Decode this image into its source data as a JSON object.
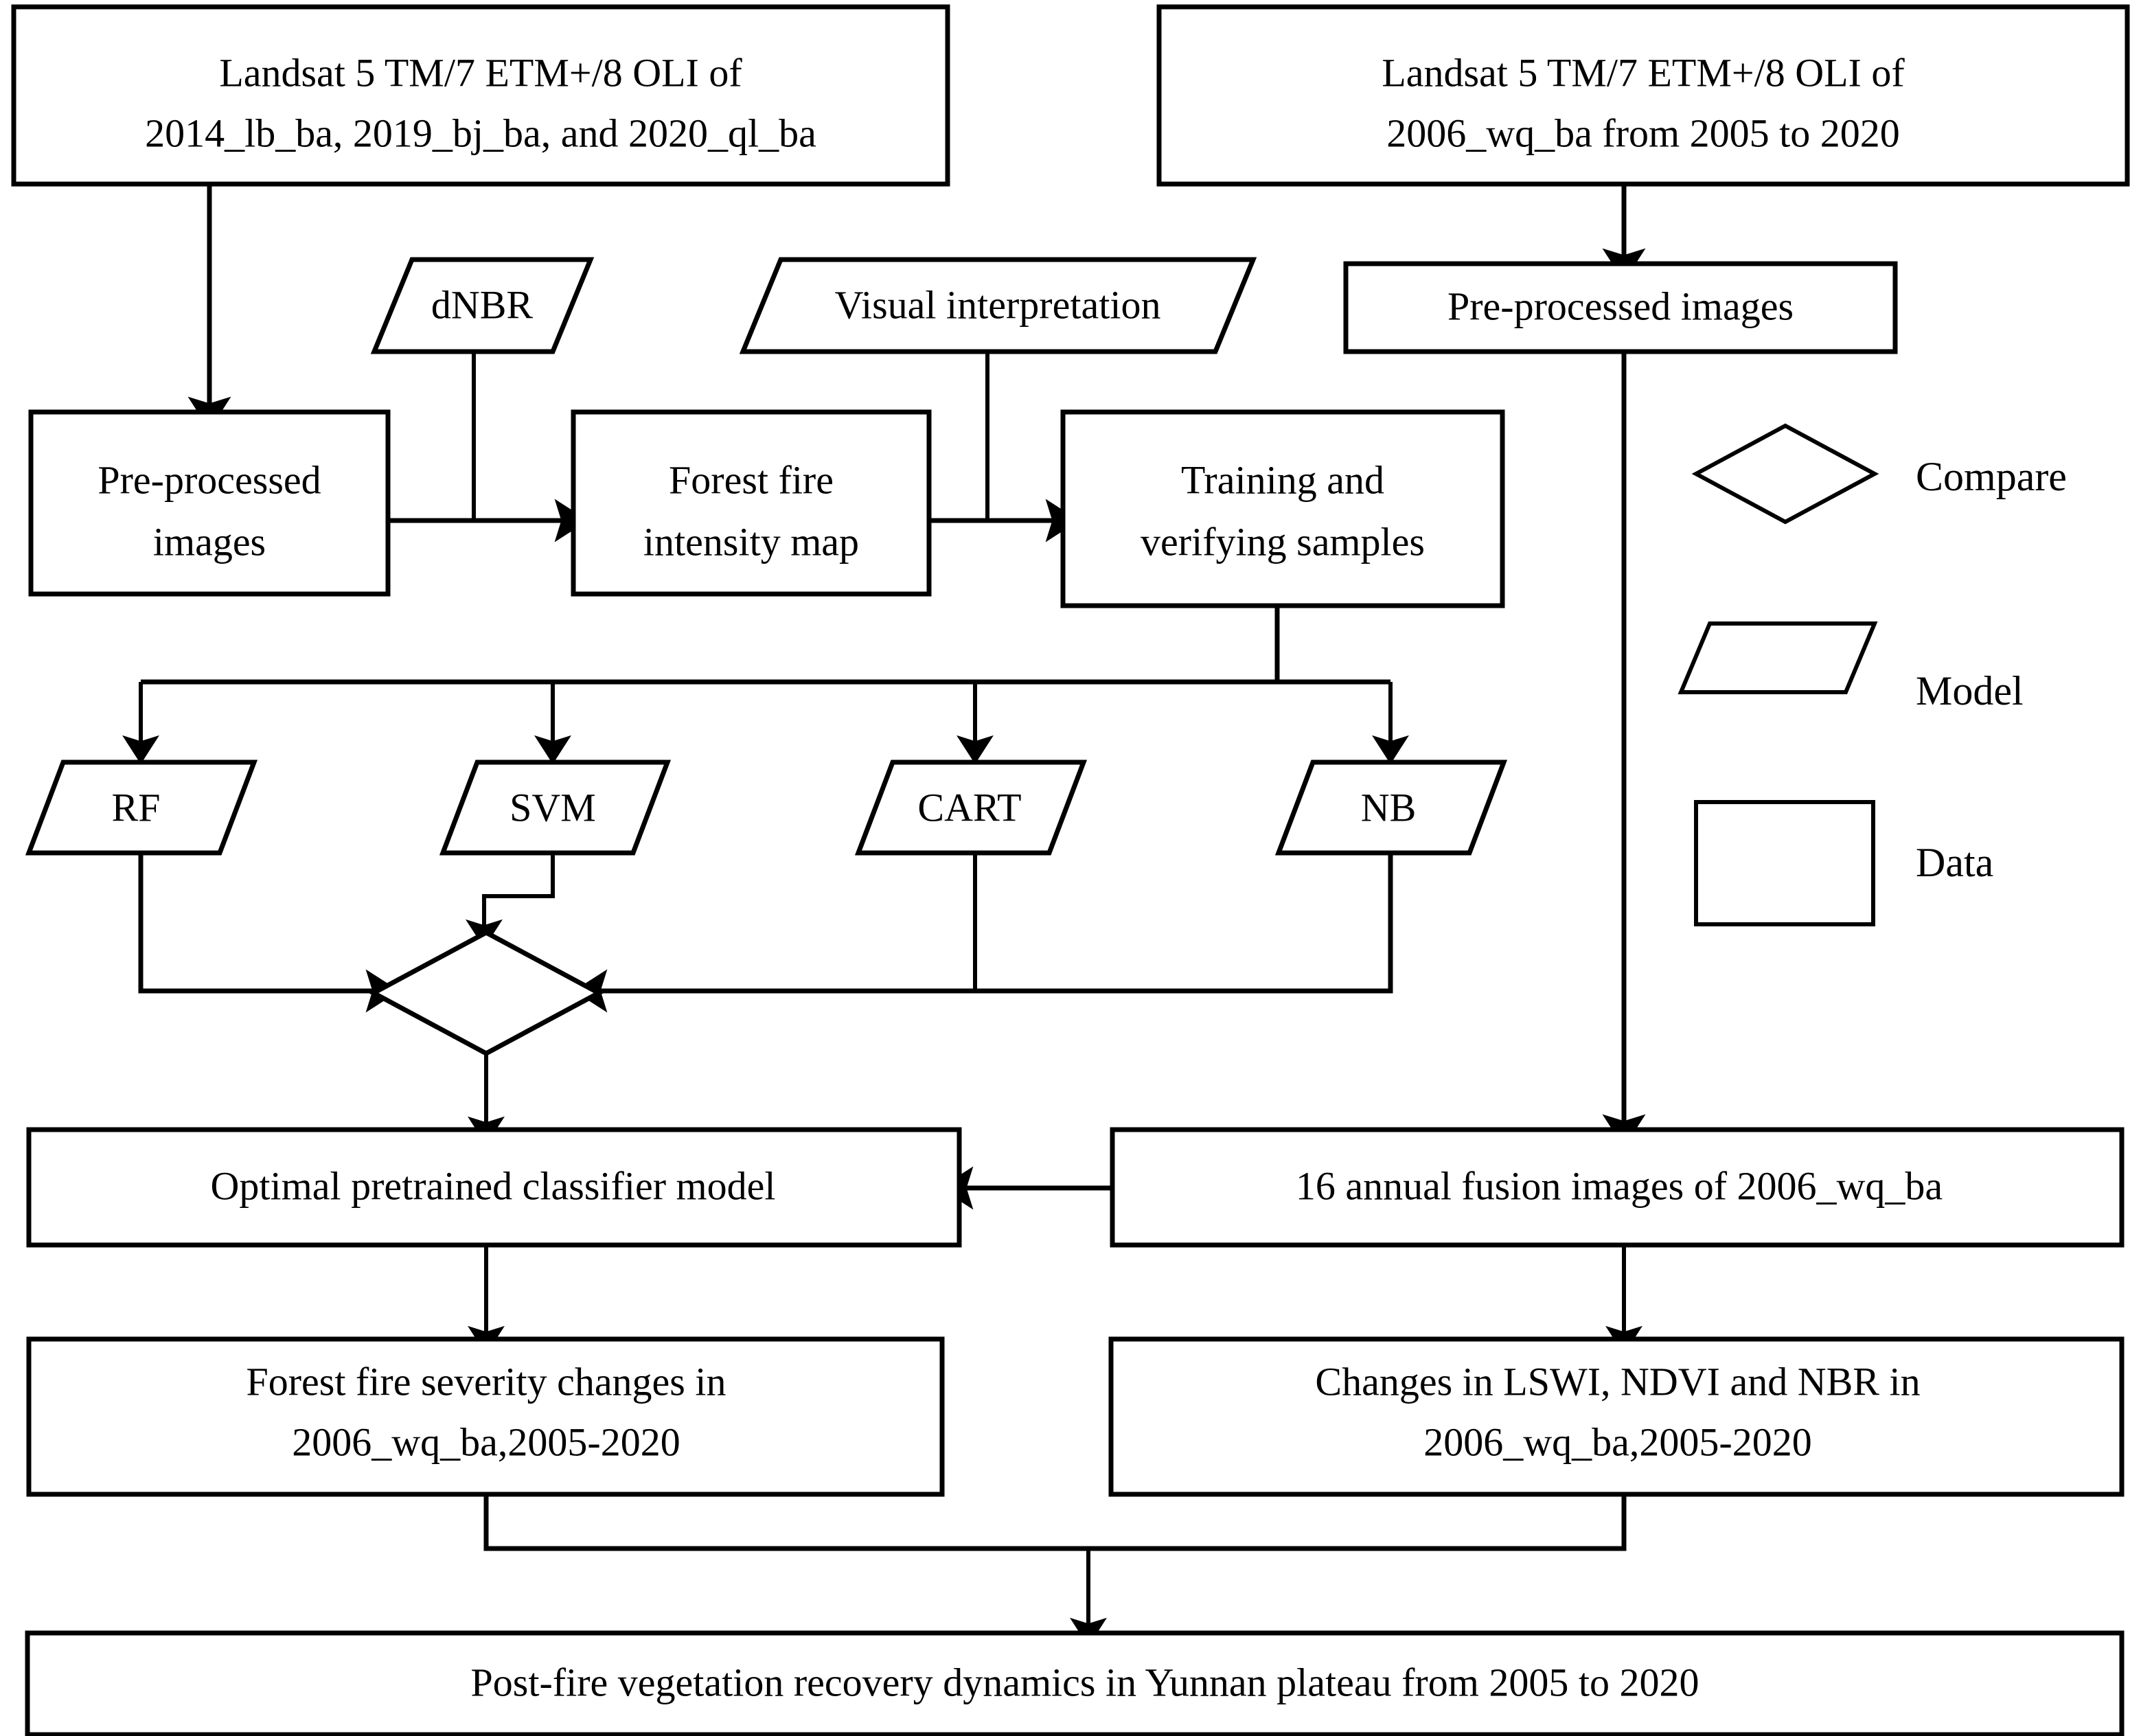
{
  "diagram": {
    "title": "Post-fire vegetation recovery workflow",
    "colors": {
      "stroke": "#000000",
      "fill": "#ffffff",
      "text": "#000000"
    },
    "nodes": {
      "landsat_left_l1": "Landsat 5 TM/7 ETM+/8 OLI of",
      "landsat_left_l2": "2014_lb_ba, 2019_bj_ba, and 2020_ql_ba",
      "landsat_right_l1": "Landsat 5 TM/7 ETM+/8 OLI of",
      "landsat_right_l2": "2006_wq_ba from 2005 to 2020",
      "dnbr": "dNBR",
      "visual_interpretation": "Visual interpretation",
      "preprocessed_right": "Pre-processed images",
      "preprocessed_left_l1": "Pre-processed",
      "preprocessed_left_l2": "images",
      "fire_intensity_l1": "Forest fire",
      "fire_intensity_l2": "intensity map",
      "training_l1": "Training and",
      "training_l2": "verifying samples",
      "rf": "RF",
      "svm": "SVM",
      "cart": "CART",
      "nb": "NB",
      "optimal_model": "Optimal pretrained classifier model",
      "fusion_images": "16 annual fusion images of 2006_wq_ba",
      "severity_changes_l1": "Forest fire severity changes in",
      "severity_changes_l2": "2006_wq_ba,2005-2020",
      "index_changes_l1": "Changes in LSWI, NDVI and NBR in",
      "index_changes_l2": "2006_wq_ba,2005-2020",
      "final_outcome": "Post-fire vegetation recovery dynamics in  Yunnan plateau from 2005 to 2020"
    },
    "legend": {
      "items": [
        {
          "shape": "diamond",
          "label": "Compare"
        },
        {
          "shape": "parallelogram",
          "label": "Model"
        },
        {
          "shape": "rectangle",
          "label": "Data"
        }
      ]
    }
  }
}
